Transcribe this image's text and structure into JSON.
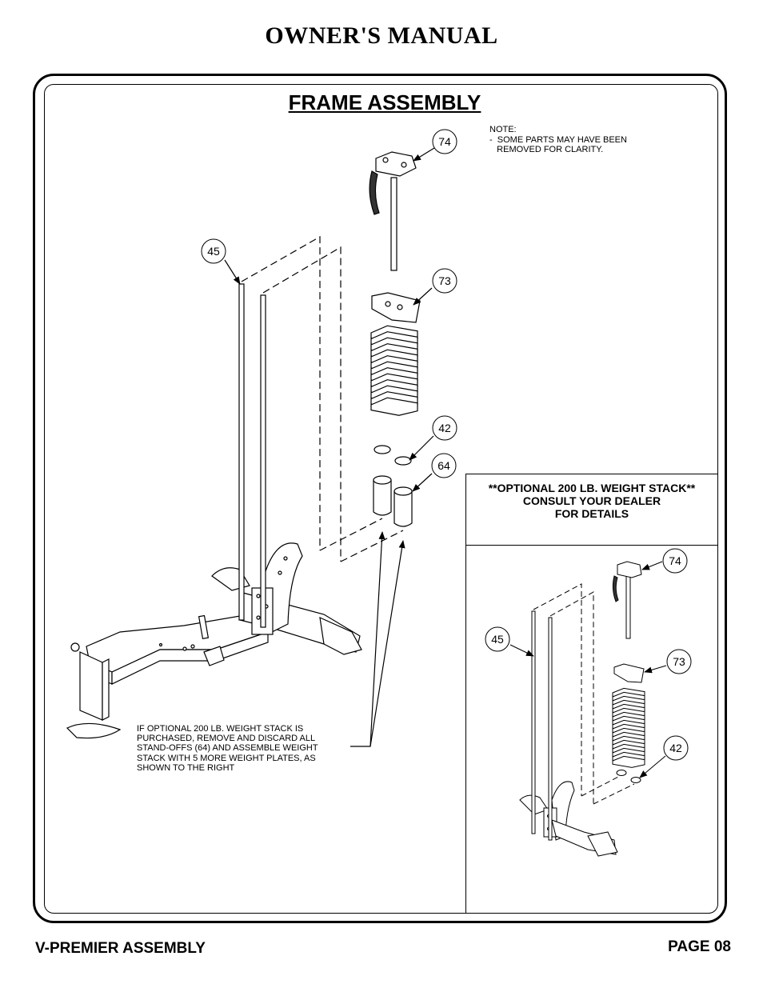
{
  "header": {
    "title": "OWNER'S MANUAL"
  },
  "section": {
    "title": "FRAME ASSEMBLY"
  },
  "note": {
    "text": "NOTE:\n-  SOME PARTS MAY HAVE BEEN\n   REMOVED FOR CLARITY."
  },
  "optional_box": {
    "line1": "**OPTIONAL 200 LB. WEIGHT STACK**",
    "line2": "CONSULT YOUR DEALER",
    "line3": "FOR DETAILS"
  },
  "instructions": {
    "text": "IF OPTIONAL 200 LB. WEIGHT STACK IS\nPURCHASED, REMOVE AND DISCARD ALL\nSTAND-OFFS (64) AND ASSEMBLE WEIGHT\nSTACK WITH 5 MORE WEIGHT PLATES, AS\nSHOWN TO THE RIGHT"
  },
  "callouts": {
    "main_74": "74",
    "main_45": "45",
    "main_73": "73",
    "main_42": "42",
    "main_64": "64",
    "opt_74": "74",
    "opt_45": "45",
    "opt_73": "73",
    "opt_42": "42"
  },
  "footer": {
    "left": "V-PREMIER ASSEMBLY",
    "right": "PAGE 08"
  }
}
